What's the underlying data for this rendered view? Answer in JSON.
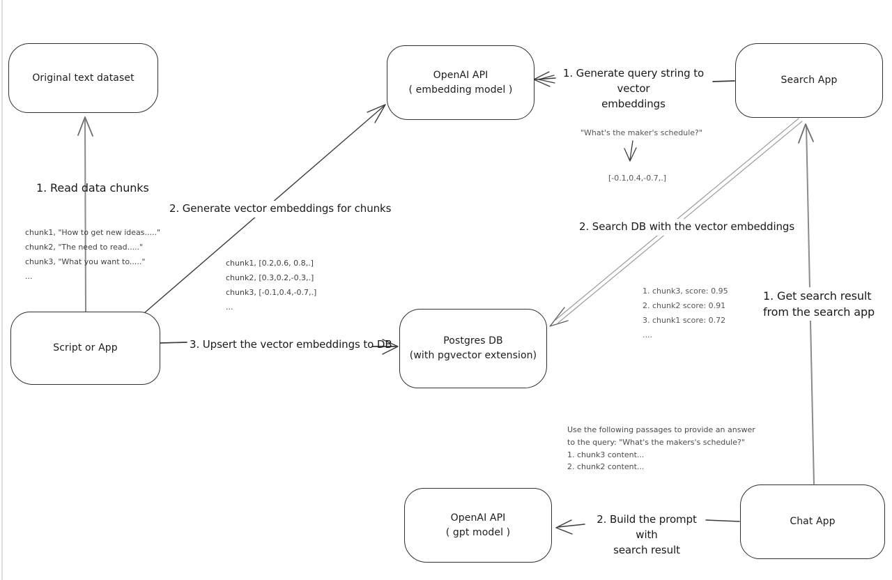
{
  "canvas": {
    "background": "#ffffff",
    "box_border_color": "#2e2e2e",
    "dark_line_color": "#3a3a3a",
    "soft_line_color": "#8a8a8a"
  },
  "nodes": {
    "original_dataset": {
      "label": "Original text dataset"
    },
    "openai_embedding": {
      "line1": "OpenAI API",
      "line2": "( embedding model )"
    },
    "search_app": {
      "label": "Search App"
    },
    "script_or_app": {
      "label": "Script or App"
    },
    "postgres_db": {
      "line1": "Postgres DB",
      "line2": "(with pgvector extension)"
    },
    "openai_gpt": {
      "line1": "OpenAI API",
      "line2": "( gpt model )"
    },
    "chat_app": {
      "label": "Chat App"
    }
  },
  "labels": {
    "read_chunks": "1. Read data chunks",
    "gen_embeddings": "2. Generate vector embeddings for chunks",
    "upsert": "3. Upsert the vector embeddings  to DB",
    "gen_query_line1": "1. Generate query string to vector",
    "gen_query_line2": "embeddings",
    "search_db": "2. Search DB with the vector embeddings",
    "get_result_line1": "1. Get search result",
    "get_result_line2": "from the search app",
    "build_prompt_line1": "2. Build the prompt with",
    "build_prompt_line2": "search result"
  },
  "annotations": {
    "chunk_texts": [
      "chunk1, \"How to get new ideas.....\"",
      "chunk2, \"The need to read.....\"",
      "chunk3, \"What you want to.....\"",
      "..."
    ],
    "chunk_vectors": [
      "chunk1, [0.2,0.6, 0.8,.]",
      "chunk2, [0.3,0.2,-0.3,.]",
      "chunk3, [-0.1,0.4,-0.7,.]",
      "..."
    ],
    "query_string": "\"What's the maker's schedule?\"",
    "query_vector": "[-0.1,0.4,-0.7,.]",
    "scores": [
      "1. chunk3, score: 0.95",
      "2. chunk2 score: 0.91",
      "3. chunk1 score: 0.72",
      "...."
    ],
    "prompt": [
      "Use the following passages to provide an answer",
      "to the query: \"What's the makers's schedule?\"",
      "1. chunk3 content...",
      "2. chunk2 content..."
    ]
  }
}
